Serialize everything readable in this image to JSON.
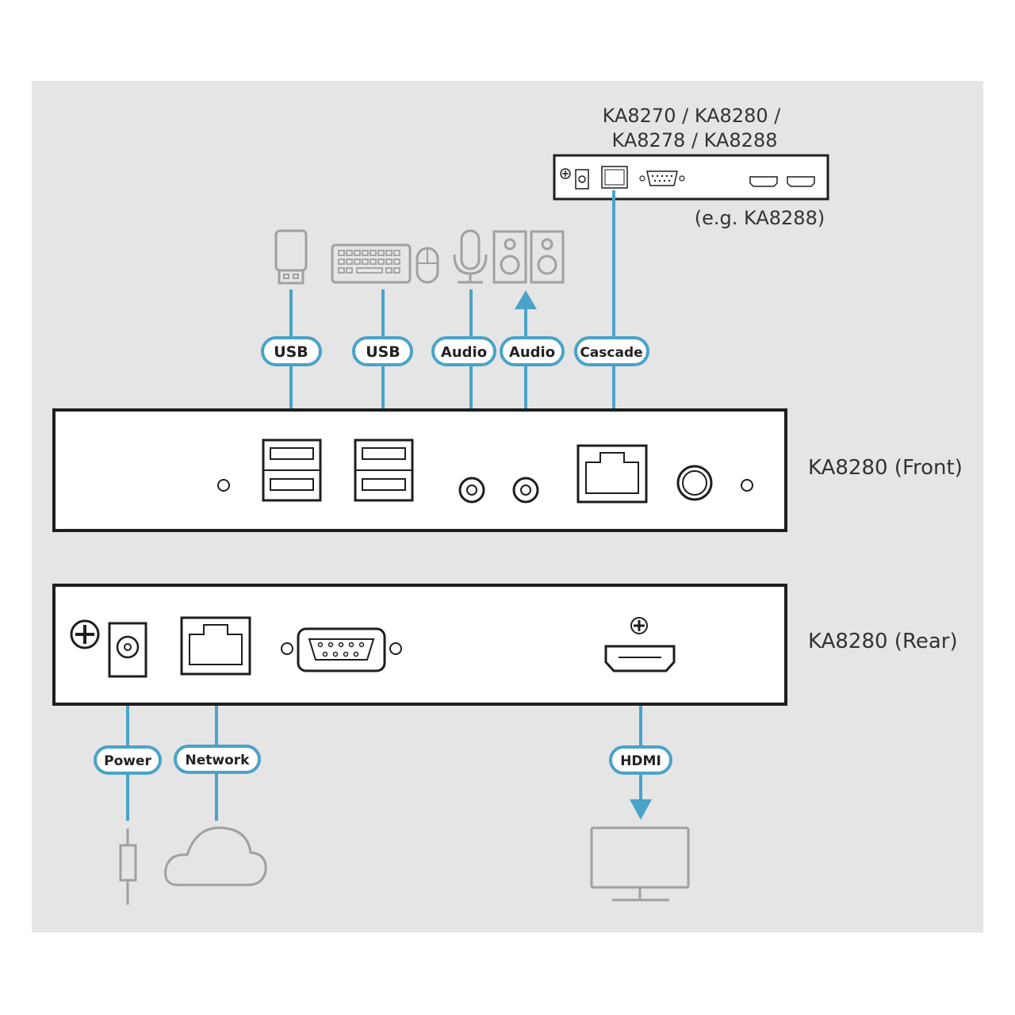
{
  "colors": {
    "panel_bg": "#e5e5e5",
    "device_stroke": "#1e1e1e",
    "cable": "#4aa3c8",
    "peripheral": "#a0a0a0",
    "text": "#333333"
  },
  "top_device": {
    "title_line1": "KA8270 / KA8280 /",
    "title_line2": "KA8278 / KA8288",
    "example": "(e.g. KA8288)"
  },
  "front_panel": {
    "label": "KA8280 (Front)"
  },
  "rear_panel": {
    "label": "KA8280 (Rear)"
  },
  "connections": {
    "usb1": "USB",
    "usb2": "USB",
    "audio_in": "Audio",
    "audio_out": "Audio",
    "cascade": "Cascade",
    "power": "Power",
    "network": "Network",
    "hdmi": "HDMI"
  },
  "peripherals": [
    "usb-flash-drive-icon",
    "keyboard-icon",
    "mouse-icon",
    "microphone-icon",
    "speakers-icon",
    "power-plug-icon",
    "cloud-icon",
    "monitor-icon"
  ]
}
